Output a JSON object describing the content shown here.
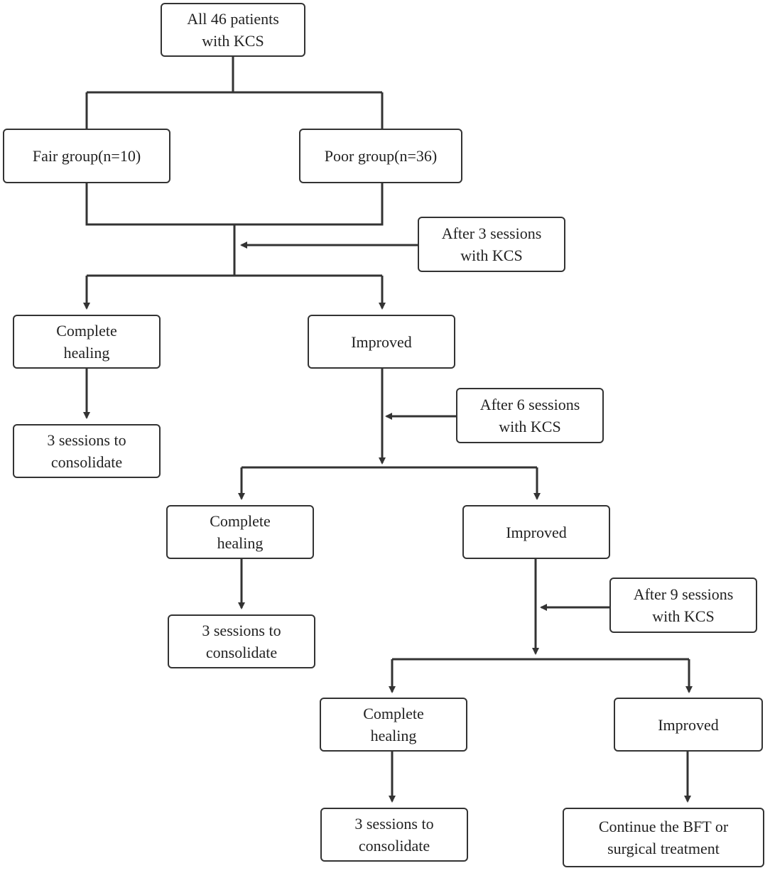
{
  "diagram": {
    "root": {
      "line1": "All 46 patients",
      "line2": "with KCS"
    },
    "groups": {
      "fair": "Fair group(n=10)",
      "poor": "Poor group(n=36)"
    },
    "stage1": {
      "note": {
        "line1": "After 3 sessions",
        "line2": "with KCS"
      },
      "healed": {
        "line1": "Complete",
        "line2": "healing"
      },
      "consolidate": {
        "line1": "3 sessions to",
        "line2": "consolidate"
      },
      "improved": "Improved"
    },
    "stage2": {
      "note": {
        "line1": "After 6 sessions",
        "line2": "with KCS"
      },
      "healed": {
        "line1": "Complete",
        "line2": "healing"
      },
      "consolidate": {
        "line1": "3 sessions to",
        "line2": "consolidate"
      },
      "improved": "Improved"
    },
    "stage3": {
      "note": {
        "line1": "After 9 sessions",
        "line2": "with KCS"
      },
      "healed": {
        "line1": "Complete",
        "line2": "healing"
      },
      "consolidate": {
        "line1": "3 sessions to",
        "line2": "consolidate"
      },
      "improved": "Improved",
      "continue": {
        "line1": "Continue the BFT or",
        "line2": "surgical treatment"
      }
    },
    "line_color": "#333333"
  }
}
